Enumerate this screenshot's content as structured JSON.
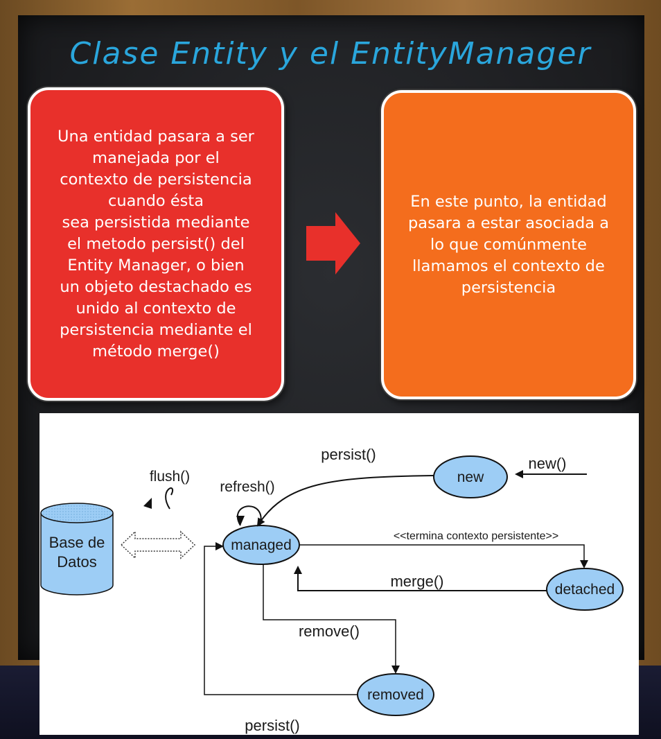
{
  "title": "Clase Entity y el EntityManager",
  "left_box": {
    "text": "Una entidad pasara a ser\nmanejada por el\ncontexto de persistencia\n                    cuando ésta\nsea persistida mediante\nel metodo persist() del\nEntity Manager, o bien\nun objeto destachado es\nunido al contexto de\npersistencia mediante el\nmétodo merge()"
  },
  "right_box": {
    "text": "En este punto, la entidad\npasara a estar asociada a\nlo que comúnmente\nllamamos el contexto de\npersistencia"
  },
  "colors": {
    "title": "#2aa6dc",
    "red_box": "#e8302b",
    "orange_box": "#f46d1d",
    "arrow": "#e8302b",
    "state_fill": "#9dcdf5"
  },
  "diagram": {
    "database": {
      "label_line1": "Base de",
      "label_line2": "Datos"
    },
    "states": {
      "new": "new",
      "managed": "managed",
      "detached": "detached",
      "removed": "removed"
    },
    "labels": {
      "persist_top": "persist()",
      "new_call": "new()",
      "flush": "flush()",
      "refresh": "refresh()",
      "termina": "<<termina contexto persistente>>",
      "merge": "merge()",
      "remove": "remove()",
      "persist_bottom": "persist()"
    }
  }
}
